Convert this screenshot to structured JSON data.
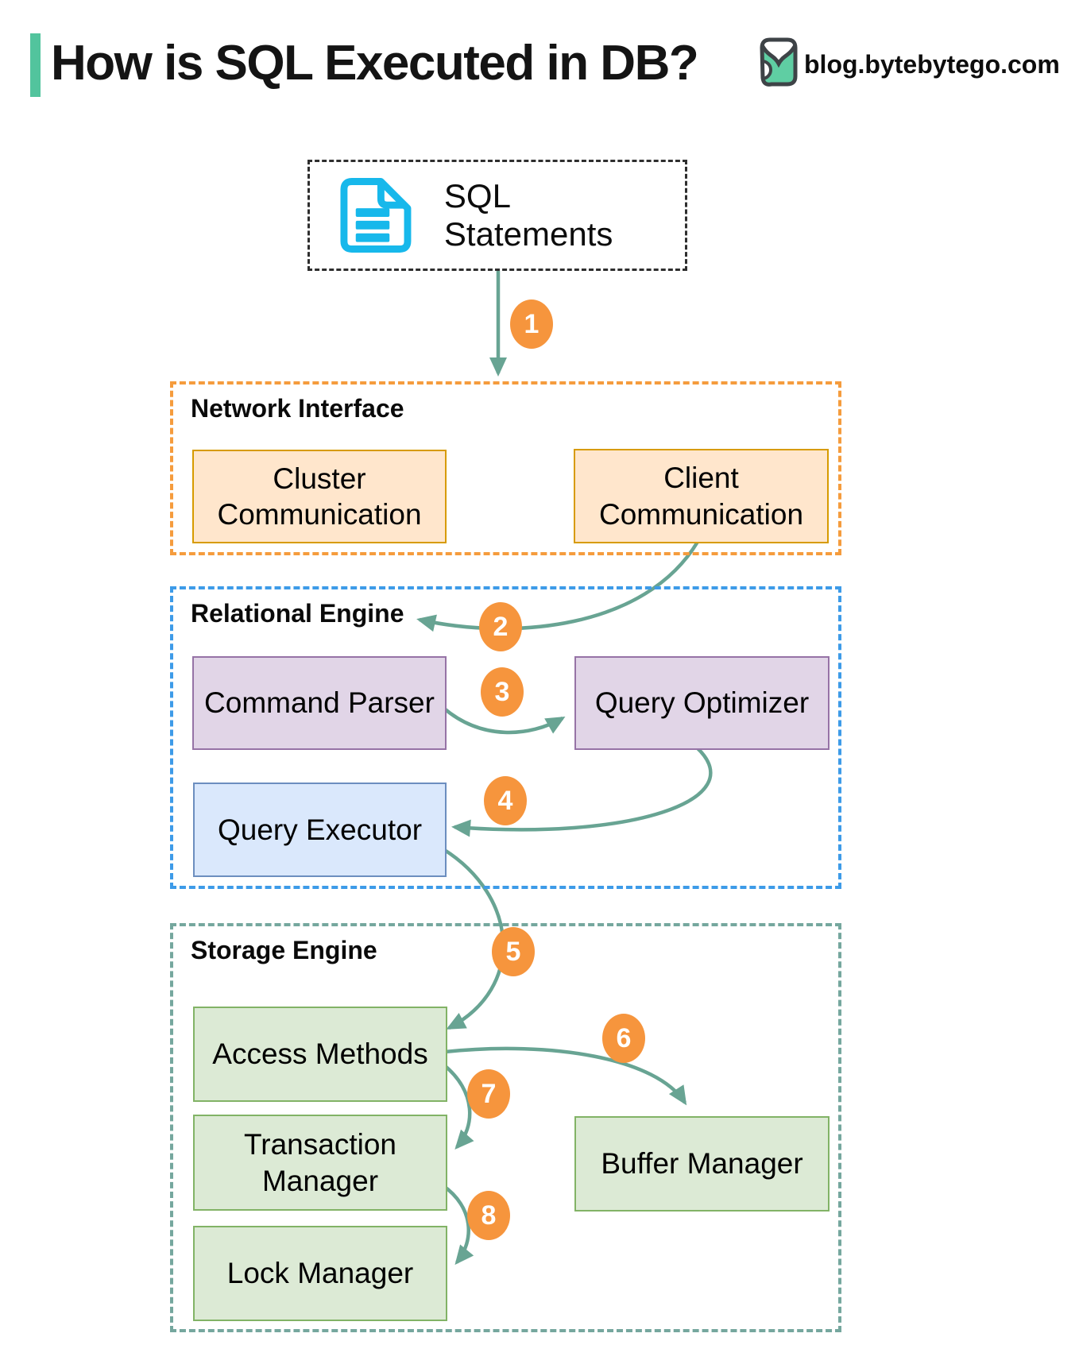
{
  "header": {
    "title": "How is SQL Executed in DB?",
    "brand": "blog.bytebytego.com"
  },
  "source_box": {
    "label": "SQL Statements",
    "icon": "document-icon"
  },
  "sections": {
    "network": {
      "label": "Network Interface"
    },
    "relational": {
      "label": "Relational Engine"
    },
    "storage": {
      "label": "Storage Engine"
    }
  },
  "nodes": {
    "cluster_communication": "Cluster Communication",
    "client_communication": "Client Communication",
    "command_parser": "Command Parser",
    "query_optimizer": "Query Optimizer",
    "query_executor": "Query Executor",
    "access_methods": "Access Methods",
    "transaction_manager": "Transaction Manager",
    "buffer_manager": "Buffer Manager",
    "lock_manager": "Lock Manager"
  },
  "flows": [
    {
      "step": "1",
      "from": "sql_statements",
      "to": "network_interface"
    },
    {
      "step": "2",
      "from": "client_communication",
      "to": "command_parser"
    },
    {
      "step": "3",
      "from": "command_parser",
      "to": "query_optimizer"
    },
    {
      "step": "4",
      "from": "query_optimizer",
      "to": "query_executor"
    },
    {
      "step": "5",
      "from": "query_executor",
      "to": "access_methods"
    },
    {
      "step": "6",
      "from": "access_methods",
      "to": "buffer_manager"
    },
    {
      "step": "7",
      "from": "access_methods",
      "to": "transaction_manager"
    },
    {
      "step": "8",
      "from": "transaction_manager",
      "to": "lock_manager"
    }
  ],
  "colors": {
    "arrow": "#68A493",
    "badge": "#F6953D",
    "accent": "#52C49D",
    "network_border": "#F59C3D",
    "relational_border": "#3D9BE8",
    "storage_border": "#75A79E",
    "doc_icon": "#17B8EB",
    "orange_fill": "#FFE6CC",
    "orange_stroke": "#D79B00",
    "purple_fill": "#E1D5E7",
    "purple_stroke": "#9673A6",
    "blue_fill": "#DAE8FC",
    "blue_stroke": "#6C8EBF",
    "green_fill": "#DCEAD5",
    "green_stroke": "#82B366"
  }
}
